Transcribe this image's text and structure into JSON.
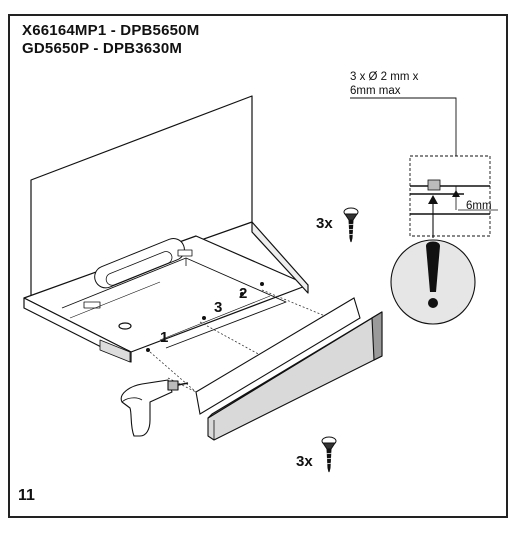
{
  "header": {
    "model_line_1": "X66164MP1 - DPB5650M",
    "model_line_2": "GD5650P - DPB3630M"
  },
  "callouts": {
    "screw_spec_line_1": "3 x Ø 2 mm x",
    "screw_spec_line_2": "6mm max",
    "depth_label": "6mm",
    "screw_qty_top": "3x",
    "screw_qty_bottom": "3x"
  },
  "steps": {
    "step_1": "1",
    "step_2": "2",
    "step_3": "3"
  },
  "warning": {
    "symbol": "!"
  },
  "page": {
    "step_number": "11"
  }
}
